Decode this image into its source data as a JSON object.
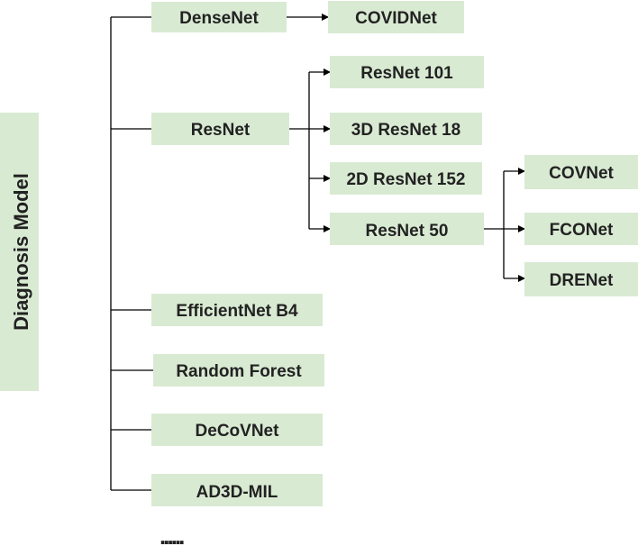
{
  "root": {
    "label": "Diagnosis Model"
  },
  "nodes": {
    "densenet": "DenseNet",
    "covidnet": "COVIDNet",
    "resnet": "ResNet",
    "resnet101": "ResNet 101",
    "resnet3d18": "3D ResNet 18",
    "resnet2d152": "2D ResNet 152",
    "resnet50": "ResNet 50",
    "covnet": "COVNet",
    "fconet": "FCONet",
    "drenet": "DRENet",
    "efficientnetb4": "EfficientNet B4",
    "randomforest": "Random Forest",
    "decovnet": "DeCoVNet",
    "ad3dmil": "AD3D-MIL"
  },
  "ellipsis": "......",
  "colors": {
    "node_fill": "#d9ead3",
    "line": "#000000",
    "text": "#222222"
  }
}
